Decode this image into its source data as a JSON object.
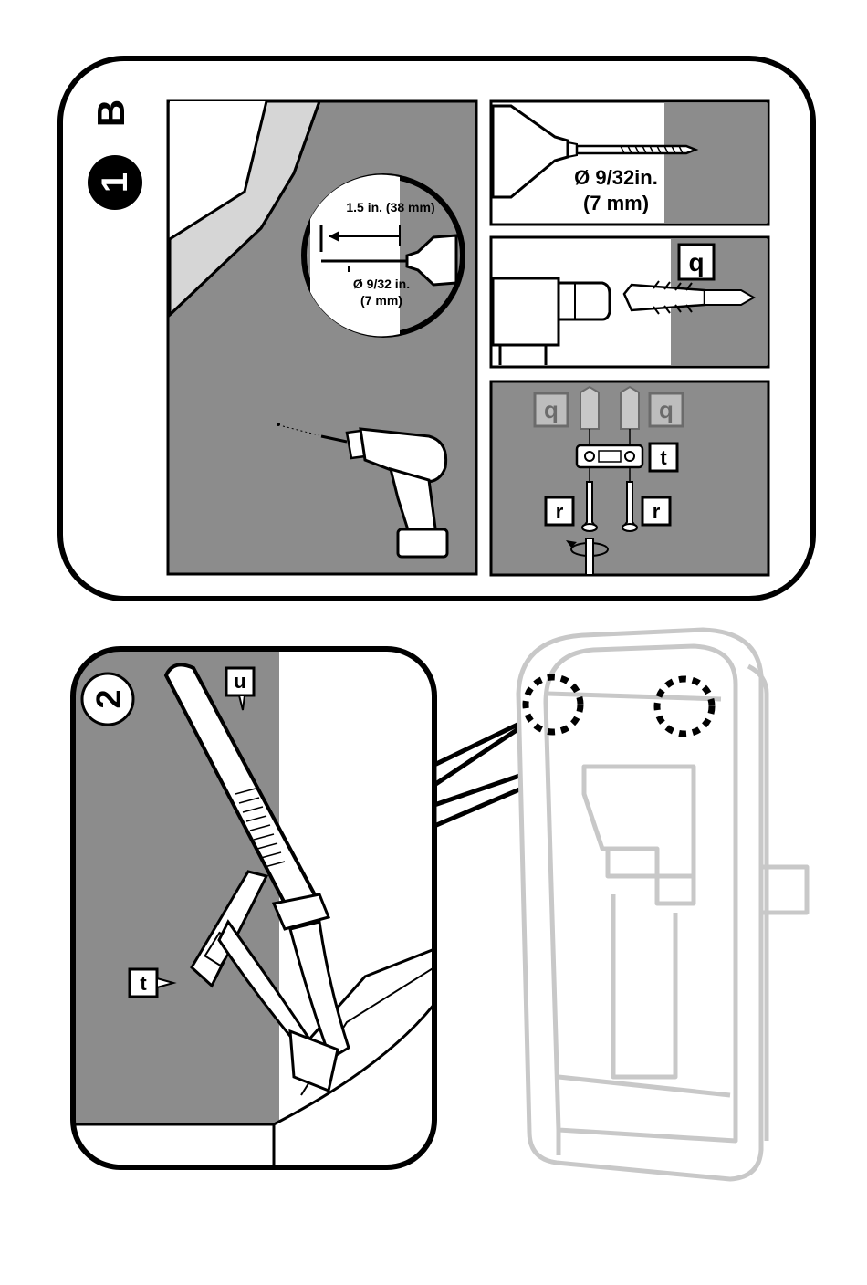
{
  "step1b": {
    "number": "1",
    "letter": "B",
    "drill_depth": "1.5 in. (38 mm)",
    "bit_diameter_in": "Ø 9/32 in.",
    "bit_diameter_mm": "(7 mm)",
    "top_right_diameter_in": "Ø 9/32in.",
    "top_right_diameter_mm": "(7 mm)",
    "anchor_label": "q",
    "anchor_label_left": "q",
    "anchor_label_right": "q",
    "bracket_label": "t",
    "screw_label_left": "r",
    "screw_label_right": "r"
  },
  "step2": {
    "number": "2",
    "tie_label": "u",
    "bracket_label": "t"
  },
  "colors": {
    "wall_gray": "#8c8c8c",
    "light_gray": "#d6d6d6",
    "outline": "#000000",
    "ghost": "#c8c8c8"
  }
}
